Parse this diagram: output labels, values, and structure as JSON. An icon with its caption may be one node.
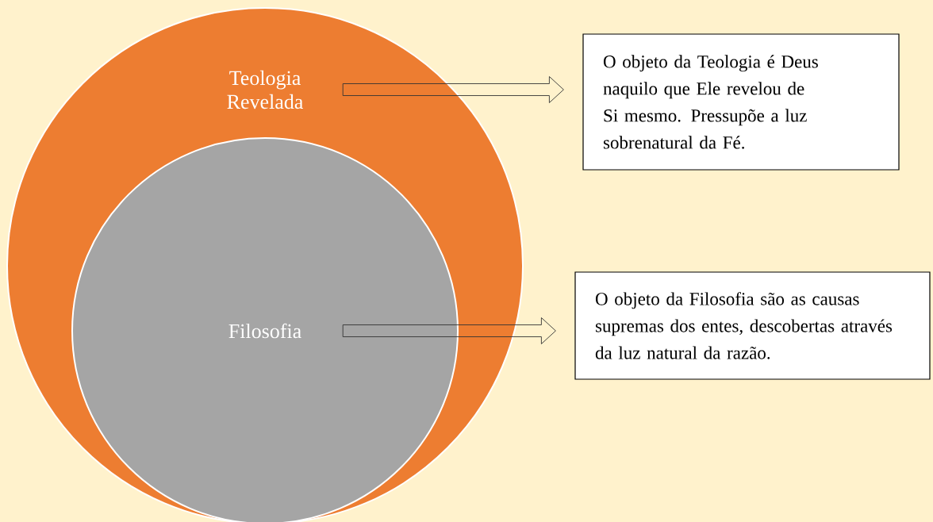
{
  "diagram": {
    "nodes": [
      {
        "text": [
          "Teologia Revelada"
        ]
      },
      {
        "text": [
          "Filosofia"
        ],
        "in": 0
      },
      {
        "text": [
          "O objeto da Teologia é Deus naquilo que Ele revelou de Si mesmo. Pressupõe a luz sobrenatural da Fé."
        ]
      },
      {
        "text": [
          "O objeto da Filosofia são as causas supremas dos entes, descobertas através da luz natural da razão."
        ]
      }
    ],
    "edges": [
      {
        "from": 0,
        "to": 2,
        "arrow": "to"
      },
      {
        "from": 1,
        "to": 3,
        "arrow": "to"
      }
    ]
  }
}
